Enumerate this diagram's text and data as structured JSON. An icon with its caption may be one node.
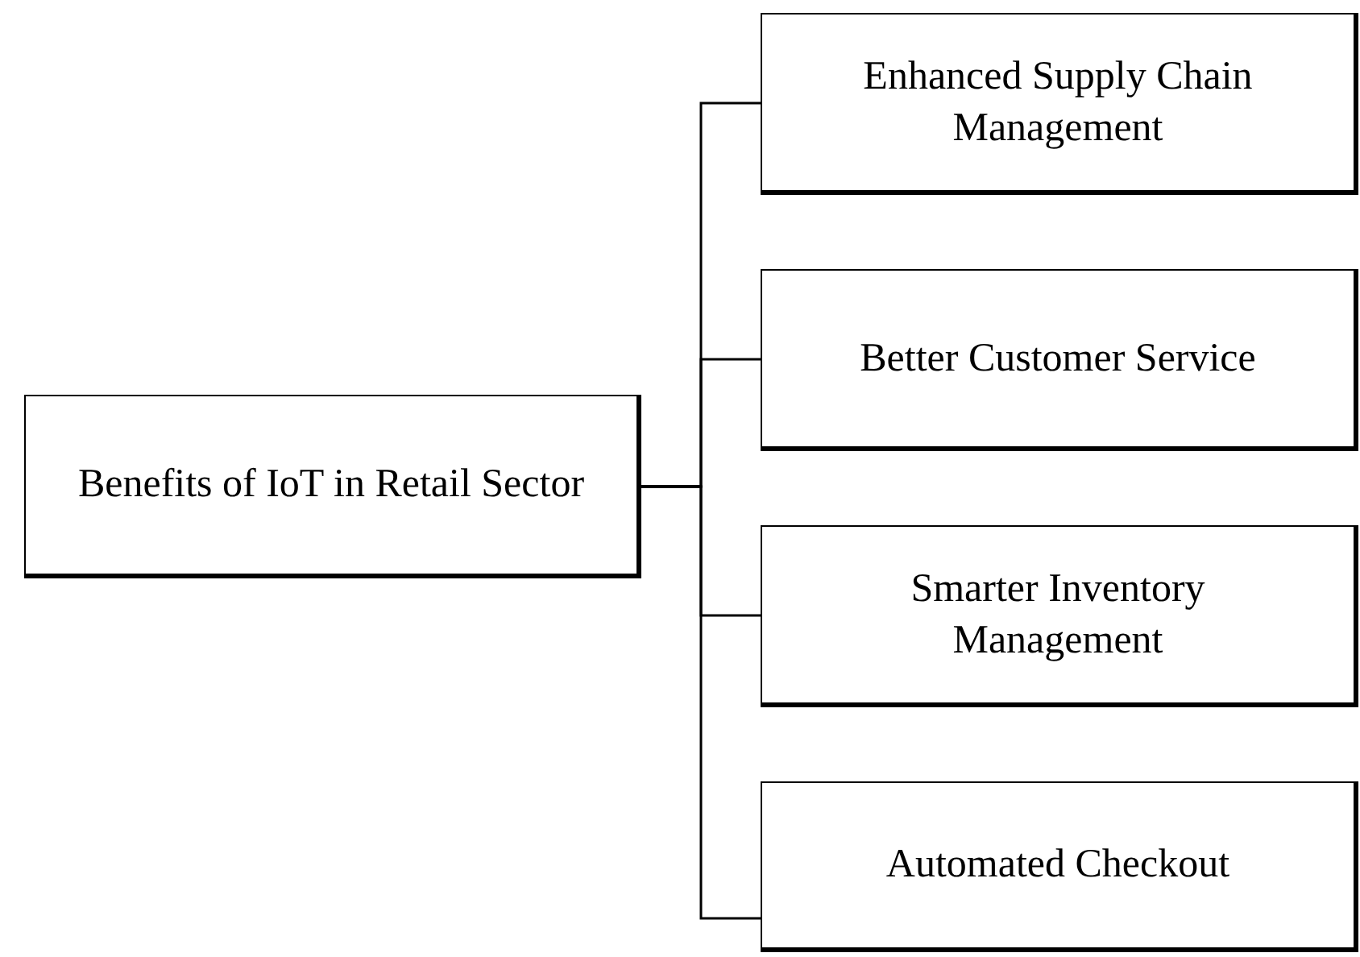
{
  "diagram": {
    "nodes": [
      {
        "text": [
          "Benefits of IoT in Retail Sector"
        ]
      },
      {
        "text": [
          "Enhanced Supply Chain Management"
        ]
      },
      {
        "text": [
          "Better Customer Service"
        ]
      },
      {
        "text": [
          "Smarter Inventory Management"
        ]
      },
      {
        "text": [
          "Automated Checkout"
        ]
      }
    ],
    "edges": [
      {
        "from": 0,
        "to": 1,
        "arrow": "none"
      },
      {
        "from": 0,
        "to": 2,
        "arrow": "none"
      },
      {
        "from": 0,
        "to": 3,
        "arrow": "none"
      },
      {
        "from": 0,
        "to": 4,
        "arrow": "none"
      }
    ]
  }
}
